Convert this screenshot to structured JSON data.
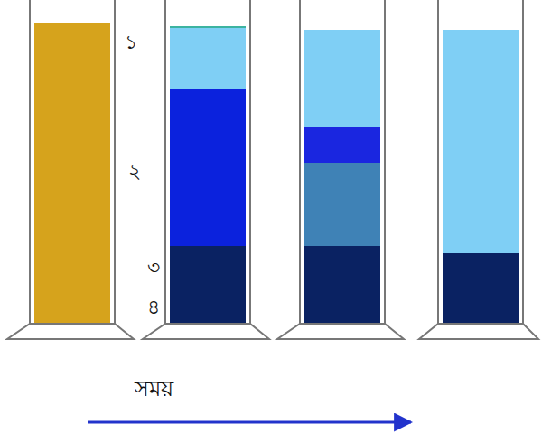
{
  "diagram": {
    "labels": [
      "১",
      "২",
      "৩",
      "৪",
      "সময়"
    ]
  }
}
